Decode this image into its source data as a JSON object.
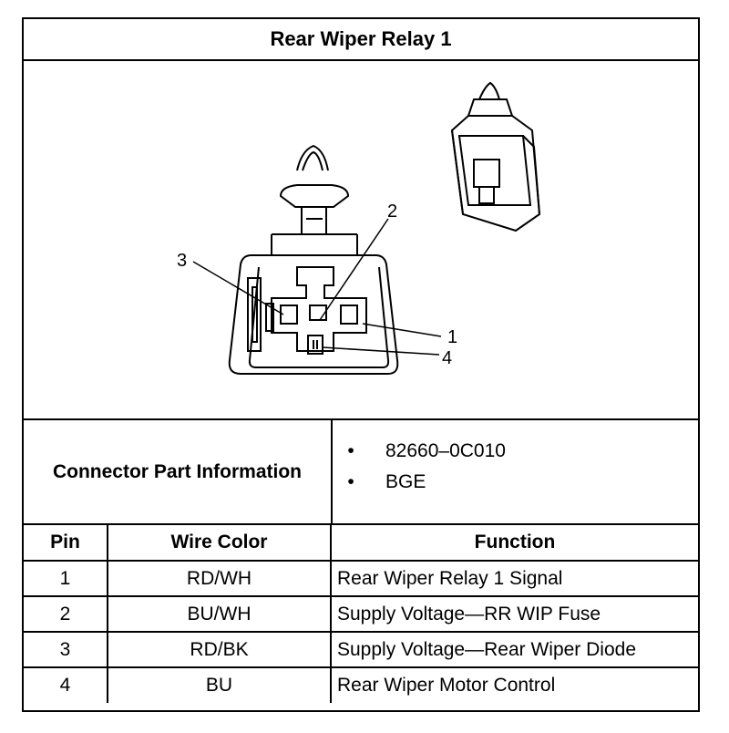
{
  "title": "Rear Wiper Relay 1",
  "figure": {
    "callouts": [
      "1",
      "2",
      "3",
      "4"
    ]
  },
  "connector_info": {
    "label": "Connector Part Information",
    "items": [
      "82660–0C010",
      "BGE"
    ]
  },
  "table": {
    "headers": [
      "Pin",
      "Wire Color",
      "Function"
    ],
    "rows": [
      [
        "1",
        "RD/WH",
        "Rear Wiper Relay 1 Signal"
      ],
      [
        "2",
        "BU/WH",
        "Supply Voltage—RR WIP Fuse"
      ],
      [
        "3",
        "RD/BK",
        "Supply Voltage—Rear Wiper Diode"
      ],
      [
        "4",
        "BU",
        "Rear Wiper Motor Control"
      ]
    ]
  }
}
